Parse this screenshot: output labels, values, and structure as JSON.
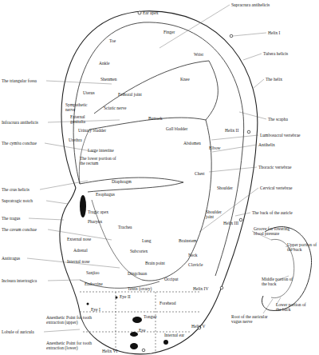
{
  "diagram": {
    "labels": [
      "Supracrura antihelicis",
      "Ear apex",
      "Helix I",
      "Tubera helicis",
      "The helix",
      "The triangular fossa",
      "Finger",
      "Toe",
      "Wrist",
      "Ankle",
      "Shenmen",
      "Knee",
      "Uterus",
      "Femoral joint",
      "Sympathetic nerve",
      "Sciatic nerve",
      "Buttock",
      "Infracrura antihelicis",
      "External genitalia",
      "Gall bladder",
      "The scapha",
      "Helix II",
      "Lumbosacral vertebrae",
      "Antihelix",
      "Abdomen",
      "Elbow",
      "The cymba conchae",
      "Urinary bladder",
      "Urethra",
      "Large intestine",
      "The lower portion of the rectum",
      "Diaphragm",
      "The crus helicis",
      "Supratragic notch",
      "Esophagus",
      "Chest",
      "Thoracic vertebrae",
      "Cervical vertebrae",
      "Shoulder",
      "Tragic apex",
      "Pharynx",
      "The tragus",
      "The cavum conchae",
      "Trachea",
      "Shoulder joint",
      "Helix III",
      "The back of the auricle",
      "Lung",
      "External nose",
      "Adrenal",
      "Subcortex",
      "Brainstem",
      "Neck",
      "Clavicle",
      "Antitragus",
      "Internal nose",
      "Brain point",
      "Sanjiao",
      "Dingchuan",
      "Occiput",
      "Incisura intertragica",
      "Endocrine",
      "Testis (ovary)",
      "Helix IV",
      "Eye II",
      "Forehead",
      "Eye I",
      "Anesthetic Point for tooth extraction (upper)",
      "Tongue",
      "Lobule of auricula",
      "Eye",
      "Internal ear",
      "Helix V",
      "Anesthetic Point for tooth extraction (lower)",
      "Helix VI",
      "Root of the auricular vagus nerve",
      "Groove for lowering blood pressure",
      "Upper portion of the back",
      "Middle portion of the back",
      "Lower portion of the back"
    ]
  }
}
